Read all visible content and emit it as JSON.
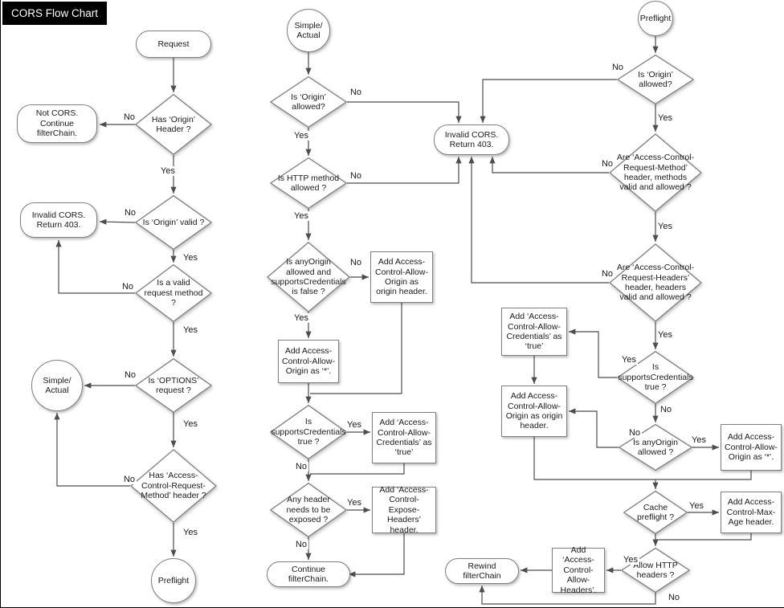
{
  "title": "CORS Flow Chart",
  "labels": {
    "yes": "Yes",
    "no": "No"
  },
  "left": {
    "request": "Request",
    "has_origin_header": "Has ‘Origin’ Header ?",
    "not_cors": "Not CORS. Continue filterChain.",
    "is_origin_valid": "Is ‘Origin’ valid ?",
    "invalid_cors": "Invalid CORS. Return 403.",
    "is_valid_request_method": "Is a valid request method ?",
    "is_options_request": "Is ‘OPTIONS’ request ?",
    "simple_actual": "Simple/\nActual",
    "has_acrm_header": "Has ‘Access-Control-Request-Method’ header ?",
    "preflight": "Preflight"
  },
  "middle": {
    "simple_actual": "Simple/\nActual",
    "is_origin_allowed": "Is ‘Origin’ allowed?",
    "is_http_method_allowed": "Is HTTP method allowed ?",
    "anyorigin_no_credentials": "Is anyOrigin allowed and supportsCredentials is false ?",
    "add_origin_header": "Add Access-Control-Allow-Origin as origin header.",
    "add_origin_star": "Add Access-Control-Allow-Origin as ‘*’.",
    "is_supports_credentials": "Is supportsCredentials true ?",
    "add_allow_credentials": "Add ‘Access-Control-Allow-Credentials’ as ‘true’",
    "any_header_exposed": "Any header needs to be exposed ?",
    "add_expose_headers": "Add ‘Access-Control-Expose-Headers’ header.",
    "continue_filterchain": "Continue filterChain.",
    "invalid_cors": "Invalid CORS. Return 403."
  },
  "right": {
    "preflight": "Preflight",
    "is_origin_allowed": "Is ‘Origin’ allowed?",
    "acrm_valid": "Are ‘Access-Control-Request-Method’ header, methods valid and allowed ?",
    "acrh_valid": "Are ‘Access-Control-Request-Headers’ header, headers valid and allowed ?",
    "is_supports_credentials": "Is supportsCredentials true ?",
    "add_allow_credentials": "Add ‘Access-Control-Allow-Credentials’ as ‘true’",
    "add_origin_header": "Add Access-Control-Allow-Origin as origin header.",
    "is_anyorigin_allowed": "Is anyOrigin allowed ?",
    "add_origin_star": "Add Access-Control-Allow-Origin as ‘*’.",
    "cache_preflight": "Cache preflight ?",
    "add_max_age": "Add Access-Control-Max-Age header.",
    "allow_http_headers": "Allow HTTP headers ?",
    "add_allow_headers": "Add ‘Access-Control-Allow-Headers’.",
    "rewind_filterchain": "Rewind filterChain"
  }
}
